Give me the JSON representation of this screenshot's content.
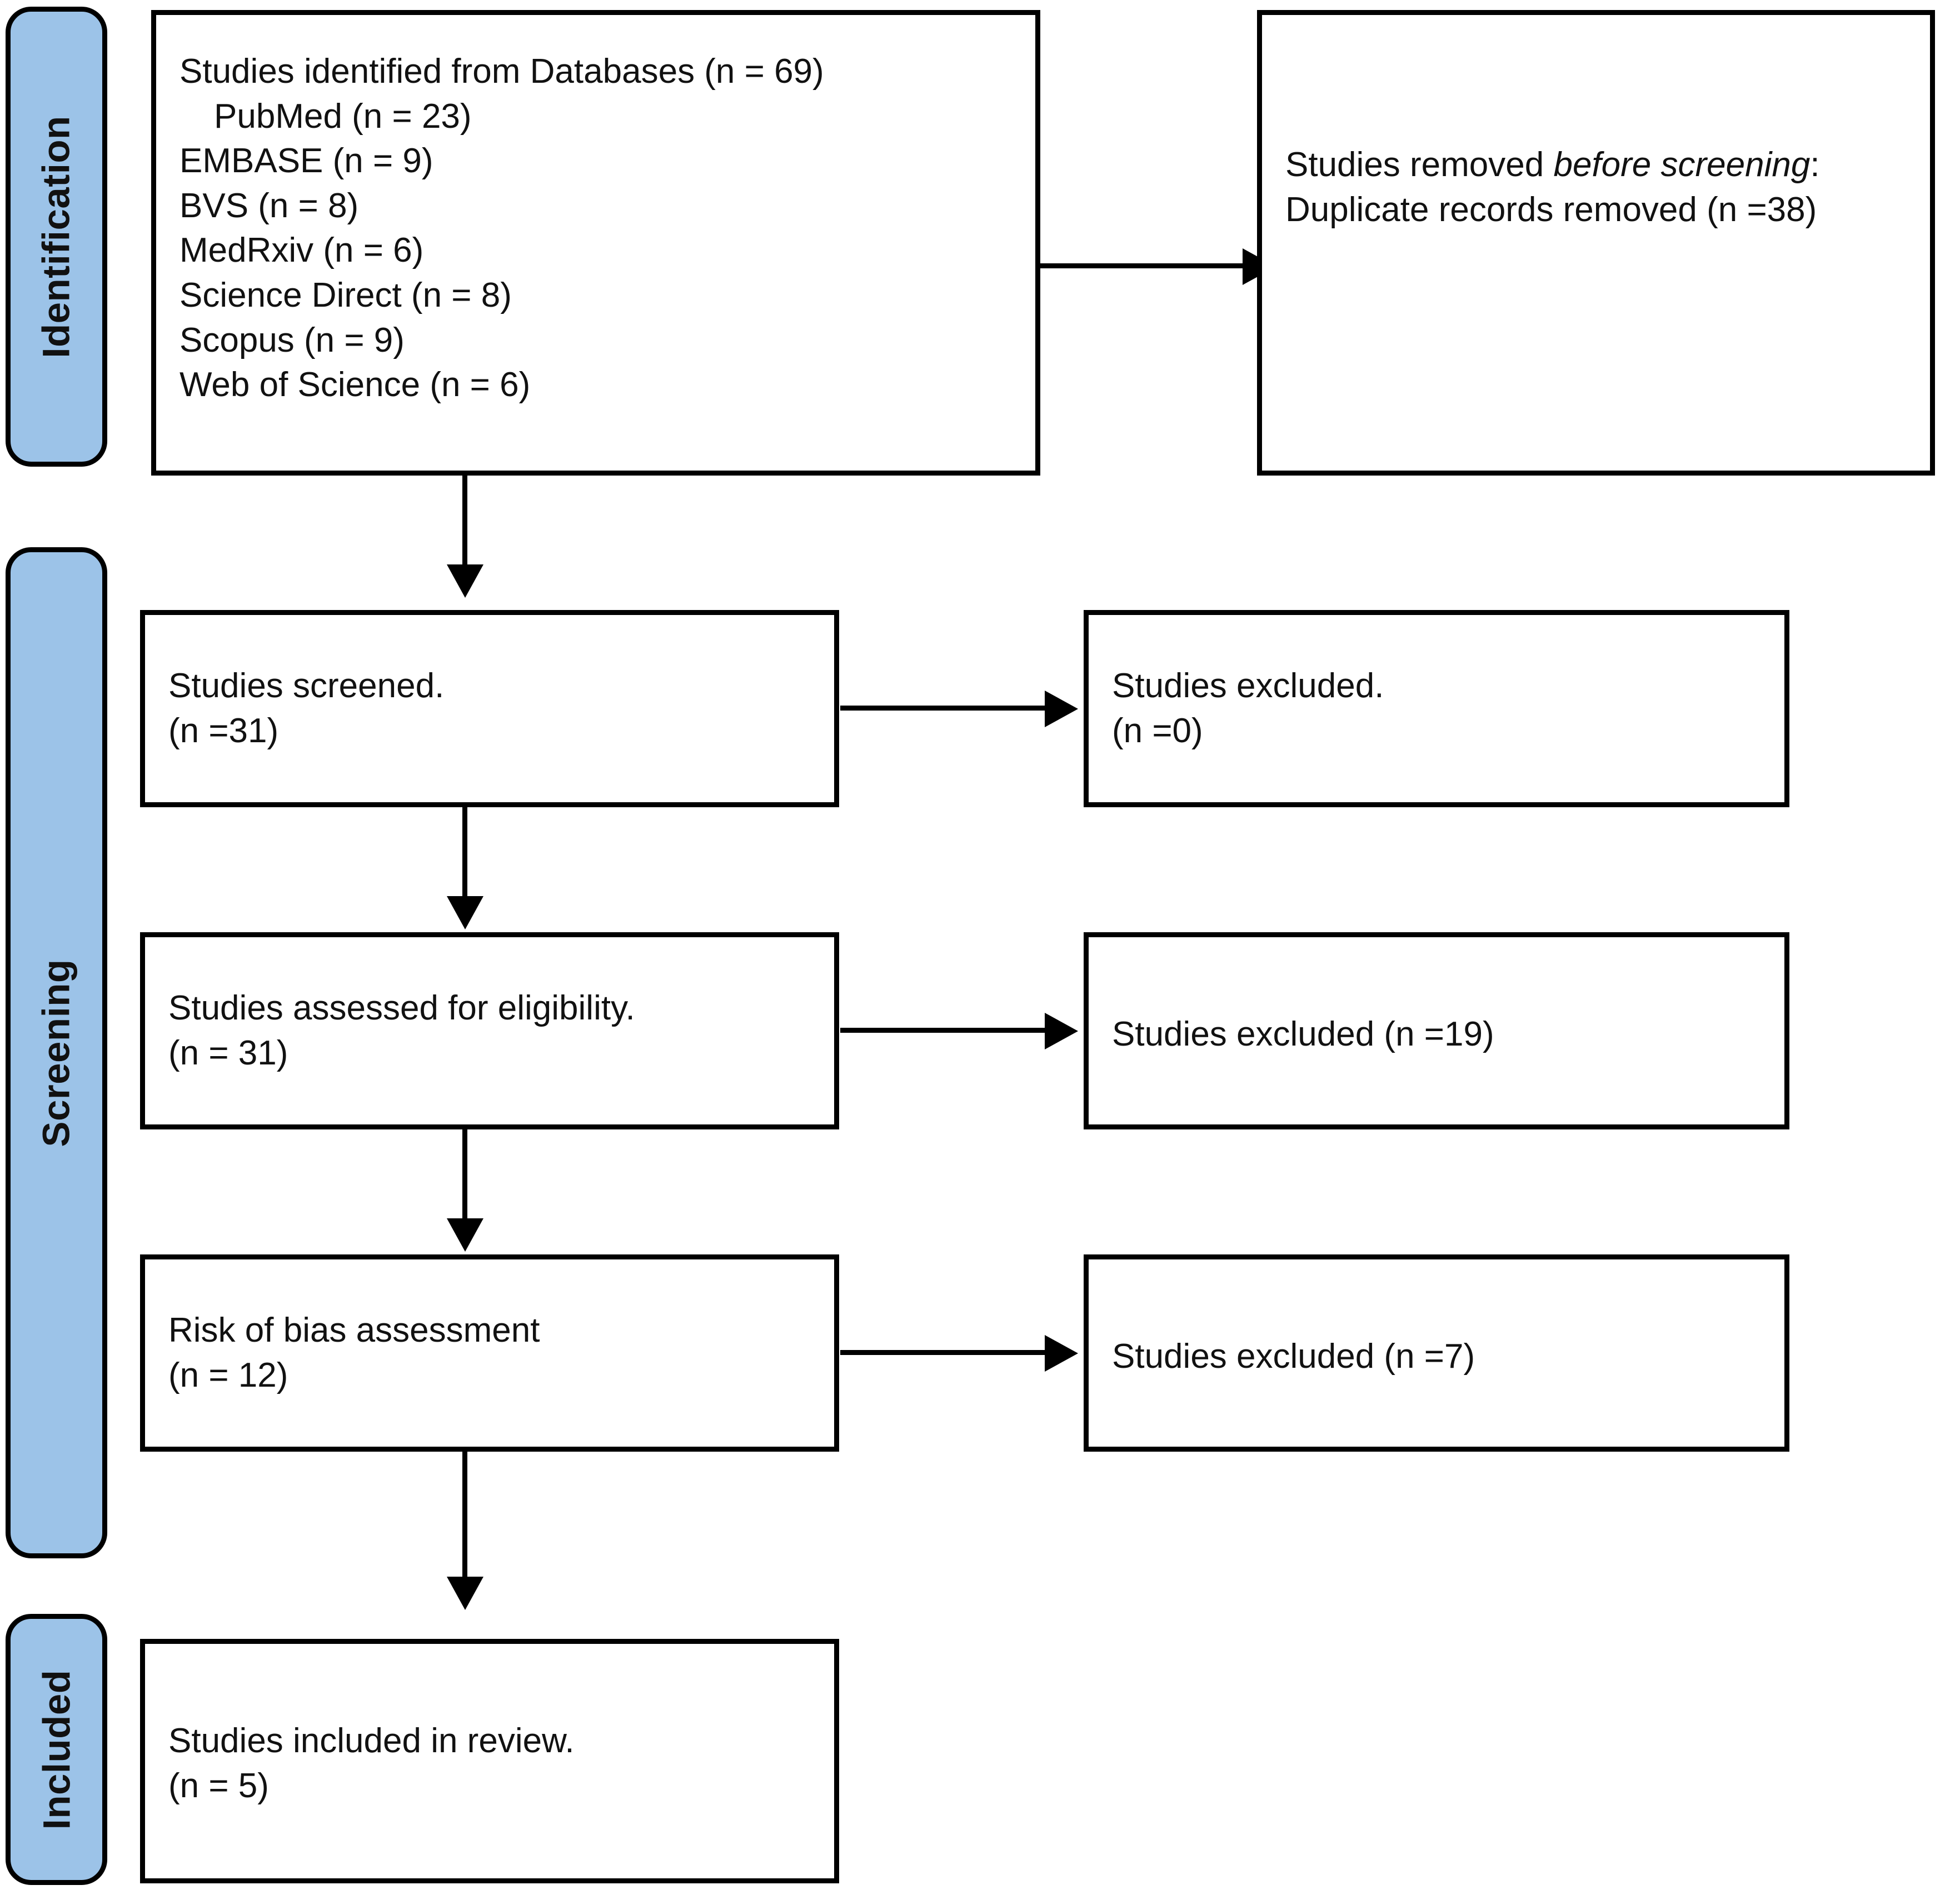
{
  "diagram": {
    "title": "PRISMA flow diagram",
    "accent_color": "#9CC3E8",
    "line_color": "#000000",
    "background_color": "#FFFFFF"
  },
  "phases": {
    "identification": "Identification",
    "screening": "Screening",
    "included": "Included"
  },
  "boxes": {
    "identified": {
      "heading": "Studies identified from Databases (n = 69)",
      "sources": [
        "PubMed (n = 23)",
        "EMBASE (n = 9)",
        "BVS (n = 8)",
        "MedRxiv (n = 6)",
        "Science Direct (n = 8)",
        "Scopus (n = 9)",
        "Web of Science (n = 6)"
      ]
    },
    "removed_before_screening": {
      "lead": "Studies removed ",
      "emphasis": "before screening",
      "colon": ":",
      "detail": "Duplicate records removed (n =38)"
    },
    "screened": {
      "line1": "Studies screened.",
      "line2": "(n =31)"
    },
    "excluded_screening": {
      "line1": "Studies excluded.",
      "line2": "(n =0)"
    },
    "eligibility": {
      "line1": "Studies assessed for eligibility.",
      "line2": "(n = 31)"
    },
    "excluded_eligibility": {
      "line1": "Studies excluded (n =19)"
    },
    "risk_of_bias": {
      "line1": "Risk of bias assessment",
      "line2": "(n = 12)"
    },
    "excluded_rob": {
      "line1": "Studies excluded (n =7)"
    },
    "included_review": {
      "line1": "Studies included in review.",
      "line2": "(n = 5)"
    }
  },
  "chart_data": {
    "type": "diagram",
    "title": "PRISMA 2020 flow diagram of study selection",
    "phases": [
      "Identification",
      "Screening",
      "Included"
    ],
    "nodes": [
      {
        "id": "identified",
        "phase": "Identification",
        "label": "Studies identified from Databases",
        "n": 69,
        "breakdown": [
          {
            "source": "PubMed",
            "n": 23
          },
          {
            "source": "EMBASE",
            "n": 9
          },
          {
            "source": "BVS",
            "n": 8
          },
          {
            "source": "MedRxiv",
            "n": 6
          },
          {
            "source": "Science Direct",
            "n": 8
          },
          {
            "source": "Scopus",
            "n": 9
          },
          {
            "source": "Web of Science",
            "n": 6
          }
        ]
      },
      {
        "id": "removed_before_screening",
        "phase": "Identification",
        "label": "Studies removed before screening: Duplicate records removed",
        "n": 38
      },
      {
        "id": "screened",
        "phase": "Screening",
        "label": "Studies screened.",
        "n": 31
      },
      {
        "id": "excluded_screening",
        "phase": "Screening",
        "label": "Studies excluded.",
        "n": 0
      },
      {
        "id": "eligibility",
        "phase": "Screening",
        "label": "Studies assessed for eligibility.",
        "n": 31
      },
      {
        "id": "excluded_eligibility",
        "phase": "Screening",
        "label": "Studies excluded",
        "n": 19
      },
      {
        "id": "risk_of_bias",
        "phase": "Screening",
        "label": "Risk of bias assessment",
        "n": 12
      },
      {
        "id": "excluded_rob",
        "phase": "Screening",
        "label": "Studies excluded",
        "n": 7
      },
      {
        "id": "included_review",
        "phase": "Included",
        "label": "Studies included in review.",
        "n": 5
      }
    ],
    "edges": [
      {
        "from": "identified",
        "to": "removed_before_screening",
        "direction": "right"
      },
      {
        "from": "identified",
        "to": "screened",
        "direction": "down"
      },
      {
        "from": "screened",
        "to": "excluded_screening",
        "direction": "right"
      },
      {
        "from": "screened",
        "to": "eligibility",
        "direction": "down"
      },
      {
        "from": "eligibility",
        "to": "excluded_eligibility",
        "direction": "right"
      },
      {
        "from": "eligibility",
        "to": "risk_of_bias",
        "direction": "down"
      },
      {
        "from": "risk_of_bias",
        "to": "excluded_rob",
        "direction": "right"
      },
      {
        "from": "risk_of_bias",
        "to": "included_review",
        "direction": "down"
      }
    ]
  }
}
